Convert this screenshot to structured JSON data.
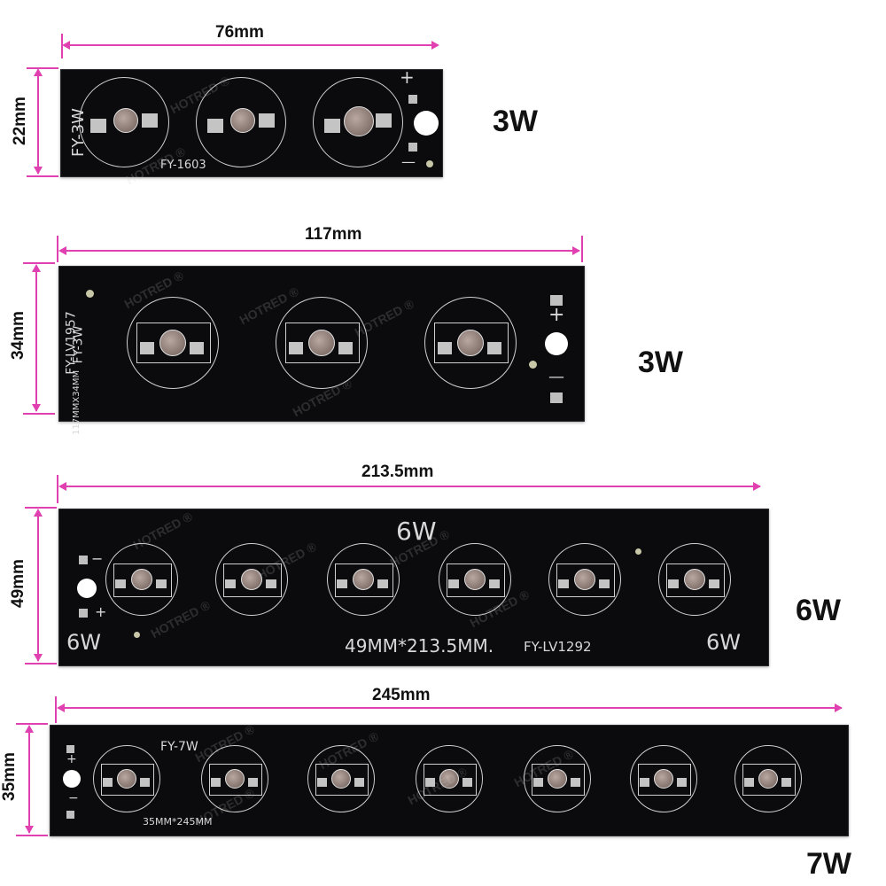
{
  "colors": {
    "dimension_line": "#e040b0",
    "board": "#0b0b0d",
    "silkscreen": "#d8d8d8"
  },
  "watermark": "HOTRED ®",
  "boards": [
    {
      "width_label": "76mm",
      "height_label": "22mm",
      "power_label": "3W",
      "silk": {
        "a": "FY-3W",
        "b": "FY-1603",
        "plus": "+",
        "minus": "—"
      }
    },
    {
      "width_label": "117mm",
      "height_label": "34mm",
      "power_label": "3W",
      "silk": {
        "a": "FY-LV1957",
        "b": "FY-3W",
        "c": "117MMX34MM",
        "plus": "+",
        "minus": "—"
      }
    },
    {
      "width_label": "213.5mm",
      "height_label": "49mm",
      "power_label": "6W",
      "silk": {
        "top": "6W",
        "left": "6W",
        "right": "6W",
        "dims": "49MM*213.5MM.",
        "code": "FY-LV1292",
        "plus": "+",
        "minus": "−"
      }
    },
    {
      "width_label": "245mm",
      "height_label": "35mm",
      "power_label": "7W",
      "silk": {
        "a": "FY-7W",
        "dims": "35MM*245MM",
        "plus": "+",
        "minus": "−"
      }
    }
  ]
}
